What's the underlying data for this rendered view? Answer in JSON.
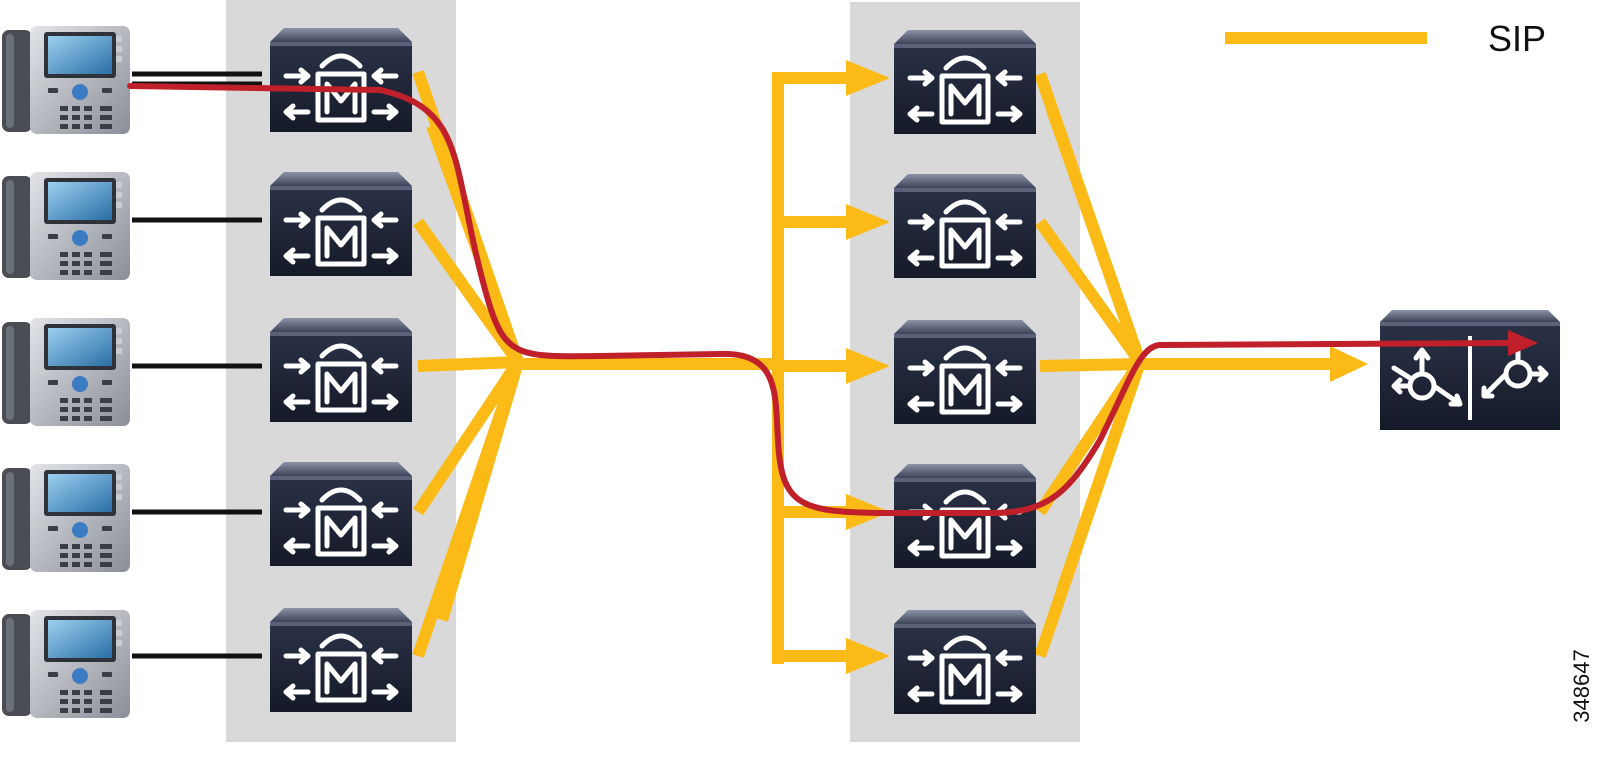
{
  "legend": {
    "label": "SIP",
    "color": "#FBBA16"
  },
  "figure_id": "348647",
  "colors": {
    "sip_trunk": "#FBBA16",
    "call_path": "#C0202A",
    "phone_link": "#111111",
    "cluster_background": "#D9D9D9",
    "device_body": "#1E2436"
  },
  "nodes": {
    "phones": [
      {
        "icon": "ip-phone-icon"
      },
      {
        "icon": "ip-phone-icon"
      },
      {
        "icon": "ip-phone-icon"
      },
      {
        "icon": "ip-phone-icon"
      },
      {
        "icon": "ip-phone-icon"
      }
    ],
    "cluster_a": [
      {
        "icon": "call-manager-icon",
        "glyph": "M"
      },
      {
        "icon": "call-manager-icon",
        "glyph": "M"
      },
      {
        "icon": "call-manager-icon",
        "glyph": "M"
      },
      {
        "icon": "call-manager-icon",
        "glyph": "M"
      },
      {
        "icon": "call-manager-icon",
        "glyph": "M"
      }
    ],
    "cluster_b": [
      {
        "icon": "call-manager-icon",
        "glyph": "M"
      },
      {
        "icon": "call-manager-icon",
        "glyph": "M"
      },
      {
        "icon": "call-manager-icon",
        "glyph": "M"
      },
      {
        "icon": "call-manager-icon",
        "glyph": "M"
      },
      {
        "icon": "call-manager-icon",
        "glyph": "M"
      }
    ],
    "gateway": {
      "icon": "voice-gateway-icon"
    }
  }
}
